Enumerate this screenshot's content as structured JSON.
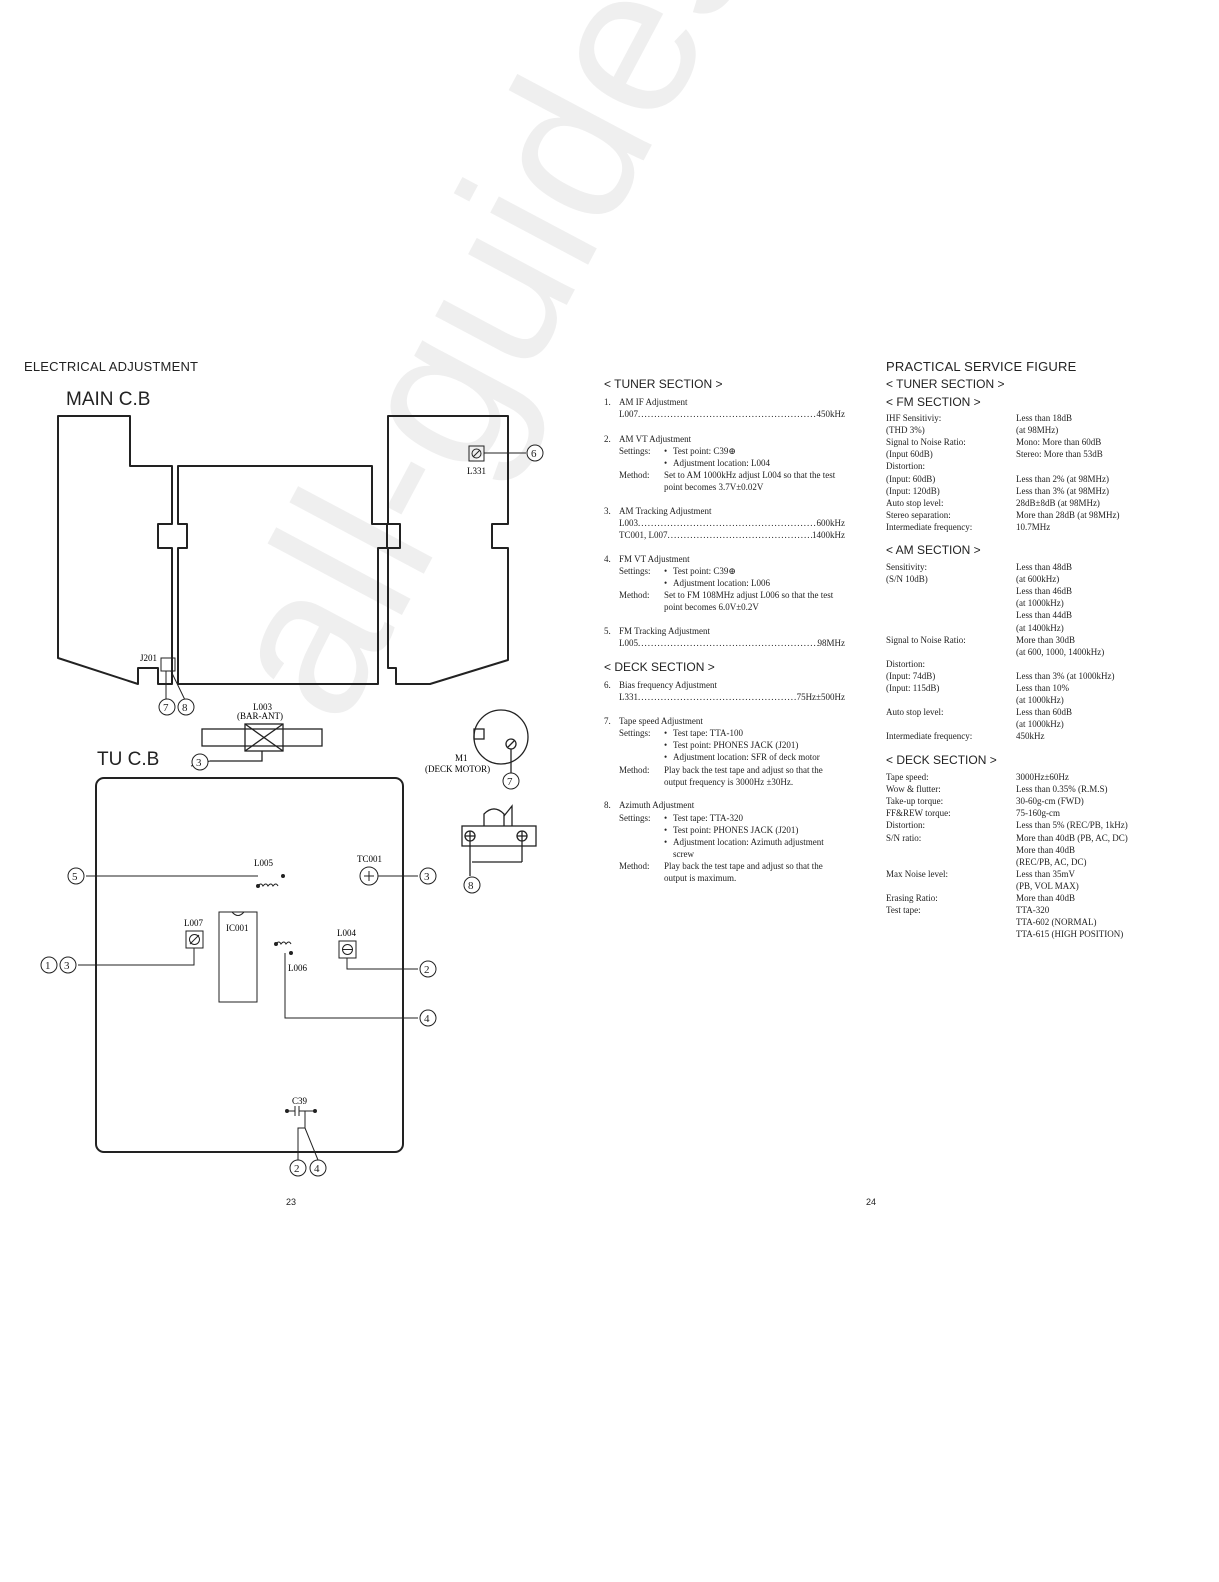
{
  "header": {
    "left_title": "ELECTRICAL ADJUSTMENT",
    "right_title": "PRACTICAL SERVICE FIGURE"
  },
  "diagram": {
    "main_cb": "MAIN C.B",
    "tu_cb": "TU C.B",
    "l331": "L331",
    "j201": "J201",
    "l003": "L003",
    "bar_ant": "(BAR-ANT)",
    "m1": "M1",
    "deck_motor": "(DECK MOTOR)",
    "l005": "L005",
    "tc001": "TC001",
    "l007": "L007",
    "ic001": "IC001",
    "l004": "L004",
    "l006": "L006",
    "c39": "C39",
    "callouts": {
      "c6": "6",
      "c7a": "7",
      "c8a": "8",
      "c3a": "3",
      "c7b": "7",
      "c8b": "8",
      "c5": "5",
      "c3b": "3",
      "c1": "1",
      "c3c": "3",
      "c2a": "2",
      "c4a": "4",
      "c2b": "2",
      "c4b": "4"
    }
  },
  "middle": {
    "tuner_section": "< TUNER SECTION >",
    "items": {
      "i1": {
        "num": "1.",
        "title": "AM IF Adjustment",
        "l1_label": "L007",
        "l1_value": "450kHz"
      },
      "i2": {
        "num": "2.",
        "title": "AM VT Adjustment",
        "settings": "Settings:",
        "b1": "Test point: C39⊕",
        "b2": "Adjustment location: L004",
        "method": "Method:",
        "m1": "Set to AM 1000kHz adjust L004 so that the test",
        "m2": "point becomes 3.7V±0.02V"
      },
      "i3": {
        "num": "3.",
        "title": "AM Tracking Adjustment",
        "l1_label": "L003",
        "l1_value": "600kHz",
        "l2_label": "TC001, L007",
        "l2_value": "1400kHz"
      },
      "i4": {
        "num": "4.",
        "title": "FM VT Adjustment",
        "settings": "Settings:",
        "b1": "Test point: C39⊕",
        "b2": "Adjustment location: L006",
        "method": "Method:",
        "m1": "Set to FM 108MHz adjust L006 so that the test",
        "m2": "point becomes 6.0V±0.2V"
      },
      "i5": {
        "num": "5.",
        "title": "FM Tracking Adjustment",
        "l1_label": "L005",
        "l1_value": "98MHz"
      }
    },
    "deck_section": "< DECK SECTION >",
    "deck_items": {
      "i6": {
        "num": "6.",
        "title": "Bias frequency Adjustment",
        "l1_label": "L331",
        "l1_value": "75Hz±500Hz"
      },
      "i7": {
        "num": "7.",
        "title": "Tape speed Adjustment",
        "settings": "Settings:",
        "b1": "Test tape: TTA-100",
        "b2": "Test point: PHONES JACK (J201)",
        "b3": "Adjustment location: SFR of deck motor",
        "method": "Method:",
        "m1": "Play back the test tape and adjust so that the",
        "m2": "output frequency is 3000Hz ±30Hz."
      },
      "i8": {
        "num": "8.",
        "title": "Azimuth Adjustment",
        "settings": "Settings:",
        "b1": "Test tape: TTA-320",
        "b2": "Test point: PHONES JACK (J201)",
        "b3": "Adjustment location: Azimuth adjustment",
        "b3b": "screw",
        "method": "Method:",
        "m1": "Play back the test tape and adjust so that the",
        "m2": "output is maximum."
      }
    }
  },
  "right": {
    "tuner_section": "< TUNER SECTION >",
    "fm_section": "< FM SECTION >",
    "fm_rows": [
      [
        "IHF Sensitiviy:",
        "Less than 18dB"
      ],
      [
        "(THD 3%)",
        "(at 98MHz)"
      ],
      [
        "Signal to Noise Ratio:",
        "Mono: More than 60dB"
      ],
      [
        "(Input 60dB)",
        "Stereo: More than 53dB"
      ],
      [
        "Distortion:",
        ""
      ],
      [
        "(Input: 60dB)",
        "Less than 2% (at 98MHz)"
      ],
      [
        "(Input: 120dB)",
        "Less than 3% (at 98MHz)"
      ],
      [
        "Auto stop level:",
        "28dB±8dB (at 98MHz)"
      ],
      [
        "Stereo separation:",
        "More than 28dB (at 98MHz)"
      ],
      [
        "Intermediate frequency:",
        "10.7MHz"
      ]
    ],
    "am_section": "< AM SECTION >",
    "am_rows": [
      [
        "Sensitivity:",
        "Less than 48dB"
      ],
      [
        "(S/N 10dB)",
        "(at 600kHz)"
      ],
      [
        "",
        "Less than 46dB"
      ],
      [
        "",
        "(at 1000kHz)"
      ],
      [
        "",
        "Less than 44dB"
      ],
      [
        "",
        "(at 1400kHz)"
      ],
      [
        "Signal to Noise Ratio:",
        "More than 30dB"
      ],
      [
        "",
        "(at 600, 1000, 1400kHz)"
      ],
      [
        "Distortion:",
        ""
      ],
      [
        "(Input: 74dB)",
        "Less than 3% (at 1000kHz)"
      ],
      [
        "(Input: 115dB)",
        "Less than 10%"
      ],
      [
        "",
        "(at 1000kHz)"
      ],
      [
        "Auto stop level:",
        "Less than 60dB"
      ],
      [
        "",
        "(at 1000kHz)"
      ],
      [
        "Intermediate frequency:",
        "450kHz"
      ]
    ],
    "deck_section": "< DECK SECTION >",
    "deck_rows": [
      [
        "Tape speed:",
        "3000Hz±60Hz"
      ],
      [
        "Wow & flutter:",
        "Less than 0.35% (R.M.S)"
      ],
      [
        "Take-up torque:",
        "30-60g-cm (FWD)"
      ],
      [
        "FF&REW torque:",
        "75-160g-cm"
      ],
      [
        "Distortion:",
        "Less than 5% (REC/PB, 1kHz)"
      ],
      [
        "S/N ratio:",
        "More than 40dB (PB, AC, DC)"
      ],
      [
        "",
        "More than 40dB"
      ],
      [
        "",
        "(REC/PB, AC, DC)"
      ],
      [
        "Max Noise level:",
        "Less than 35mV"
      ],
      [
        "",
        "(PB, VOL MAX)"
      ],
      [
        "Erasing Ratio:",
        "More than 40dB"
      ],
      [
        "Test tape:",
        "TTA-320"
      ],
      [
        "",
        "TTA-602 (NORMAL)"
      ],
      [
        "",
        "TTA-615 (HIGH POSITION)"
      ]
    ]
  },
  "footer": {
    "page_left": "23",
    "page_right": "24"
  },
  "watermark": "all-guides.com"
}
